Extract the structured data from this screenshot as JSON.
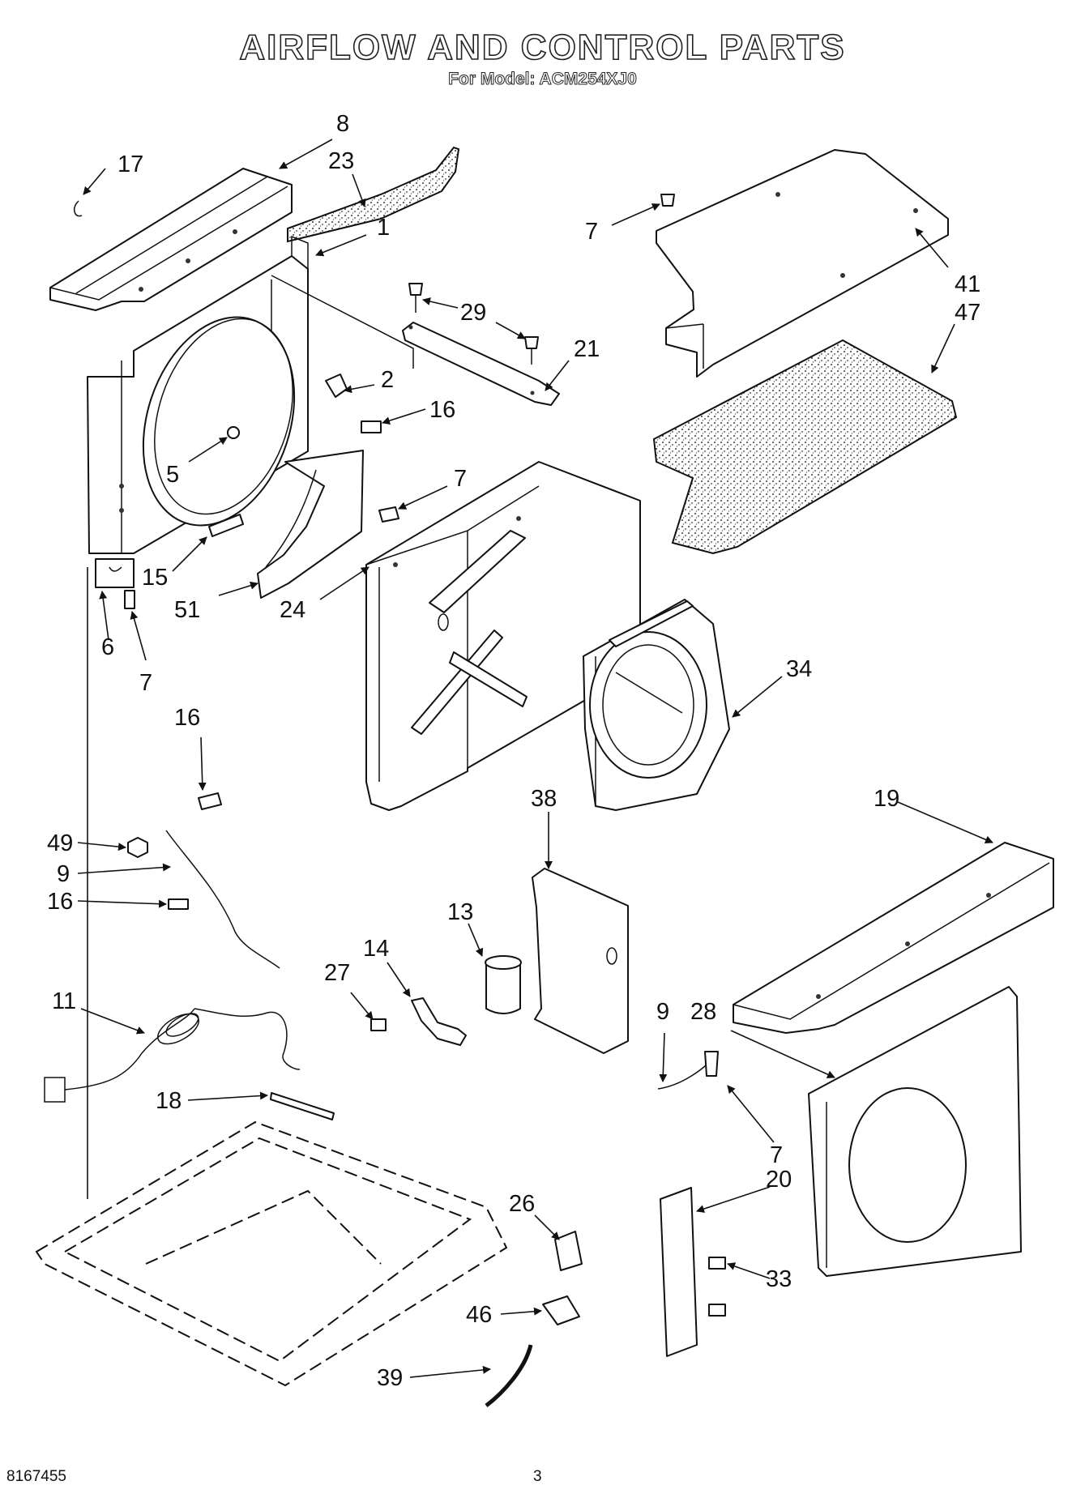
{
  "title": "AIRFLOW AND CONTROL PARTS",
  "subtitle": "For Model: ACM254XJ0",
  "footer": {
    "doc_number": "8167455",
    "page_number": "3"
  },
  "callouts": [
    {
      "id": "c-8",
      "label": "8"
    },
    {
      "id": "c-23",
      "label": "23"
    },
    {
      "id": "c-17",
      "label": "17"
    },
    {
      "id": "c-1",
      "label": "1"
    },
    {
      "id": "c-29",
      "label": "29"
    },
    {
      "id": "c-21",
      "label": "21"
    },
    {
      "id": "c-2",
      "label": "2"
    },
    {
      "id": "c-16a",
      "label": "16"
    },
    {
      "id": "c-5",
      "label": "5"
    },
    {
      "id": "c-7a",
      "label": "7"
    },
    {
      "id": "c-15",
      "label": "15"
    },
    {
      "id": "c-51",
      "label": "51"
    },
    {
      "id": "c-24",
      "label": "24"
    },
    {
      "id": "c-6",
      "label": "6"
    },
    {
      "id": "c-7b",
      "label": "7"
    },
    {
      "id": "c-7c",
      "label": "7"
    },
    {
      "id": "c-41",
      "label": "41"
    },
    {
      "id": "c-47",
      "label": "47"
    },
    {
      "id": "c-34",
      "label": "34"
    },
    {
      "id": "c-16b",
      "label": "16"
    },
    {
      "id": "c-49",
      "label": "49"
    },
    {
      "id": "c-9a",
      "label": "9"
    },
    {
      "id": "c-16c",
      "label": "16"
    },
    {
      "id": "c-38",
      "label": "38"
    },
    {
      "id": "c-19",
      "label": "19"
    },
    {
      "id": "c-13",
      "label": "13"
    },
    {
      "id": "c-14",
      "label": "14"
    },
    {
      "id": "c-27",
      "label": "27"
    },
    {
      "id": "c-11",
      "label": "11"
    },
    {
      "id": "c-9b",
      "label": "9"
    },
    {
      "id": "c-28",
      "label": "28"
    },
    {
      "id": "c-7d",
      "label": "7"
    },
    {
      "id": "c-18",
      "label": "18"
    },
    {
      "id": "c-20",
      "label": "20"
    },
    {
      "id": "c-26",
      "label": "26"
    },
    {
      "id": "c-33",
      "label": "33"
    },
    {
      "id": "c-46",
      "label": "46"
    },
    {
      "id": "c-39",
      "label": "39"
    }
  ]
}
